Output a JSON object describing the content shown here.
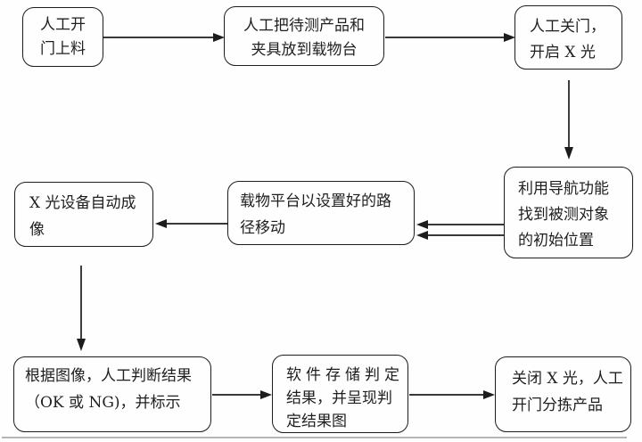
{
  "diagram": {
    "background_color": "#fefefe",
    "line_color": "#1c1c1c",
    "shadow_line_color": "#b5b5b5",
    "nodes": [
      {
        "id": "manual-open-door-load",
        "lines": [
          "人工开",
          "门上料"
        ]
      },
      {
        "id": "place-product-and-fixture",
        "lines": [
          "人工把待测产品和",
          "夹具放到载物台"
        ]
      },
      {
        "id": "close-door-start-xray",
        "lines": [
          "人工关门，",
          "开启 X 光"
        ]
      },
      {
        "id": "navigate-to-initial-position",
        "lines": [
          "利用导航功能",
          "找到被测对象",
          "的初始位置"
        ]
      },
      {
        "id": "stage-moves-along-path",
        "lines": [
          "载物平台以设置好的路",
          "径移动"
        ]
      },
      {
        "id": "xray-auto-imaging",
        "lines": [
          "X 光设备自动成",
          "像"
        ]
      },
      {
        "id": "manual-judge-result",
        "lines": [
          "根据图像，人工判断结果",
          "（OK 或 NG)，并标示"
        ]
      },
      {
        "id": "software-store-result",
        "lines": [
          "软件存储判定",
          "结果，并呈现判",
          "定结果图"
        ]
      },
      {
        "id": "close-xray-sort-product",
        "lines": [
          "关闭 X 光，人工",
          "开门分拣产品"
        ]
      }
    ]
  }
}
